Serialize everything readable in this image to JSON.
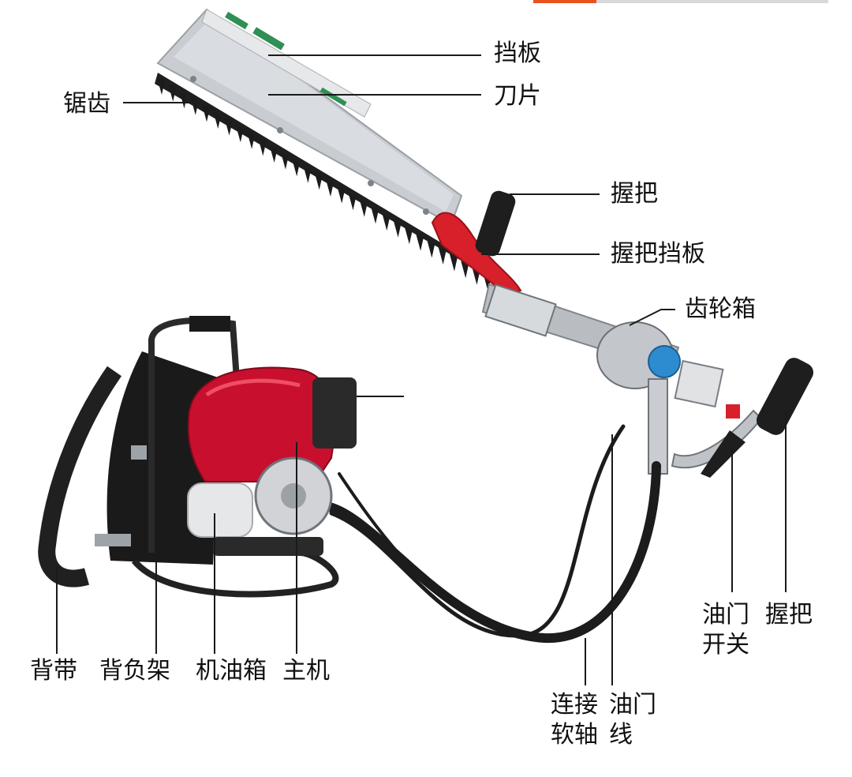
{
  "labels": {
    "baffle": "挡板",
    "blade": "刀片",
    "saw_teeth": "锯齿",
    "grip_top": "握把",
    "grip_guard": "握把挡板",
    "gearbox": "齿轮箱",
    "throttle_switch_1": "油门",
    "throttle_switch_2": "开关",
    "grip_right": "握把",
    "shoulder_strap": "背带",
    "back_frame": "背负架",
    "oil_tank": "机油箱",
    "main_engine": "主机",
    "shaft_1": "连接",
    "shaft_2": "软轴",
    "throttle_cable_1": "油门",
    "throttle_cable_2": "线"
  },
  "colors": {
    "engine_red": "#c8102e",
    "blade_silver": "#c9cdd2",
    "guard_red": "#d8202a",
    "frame_black": "#1a1a1a",
    "accent_orange": "#e8521c"
  }
}
